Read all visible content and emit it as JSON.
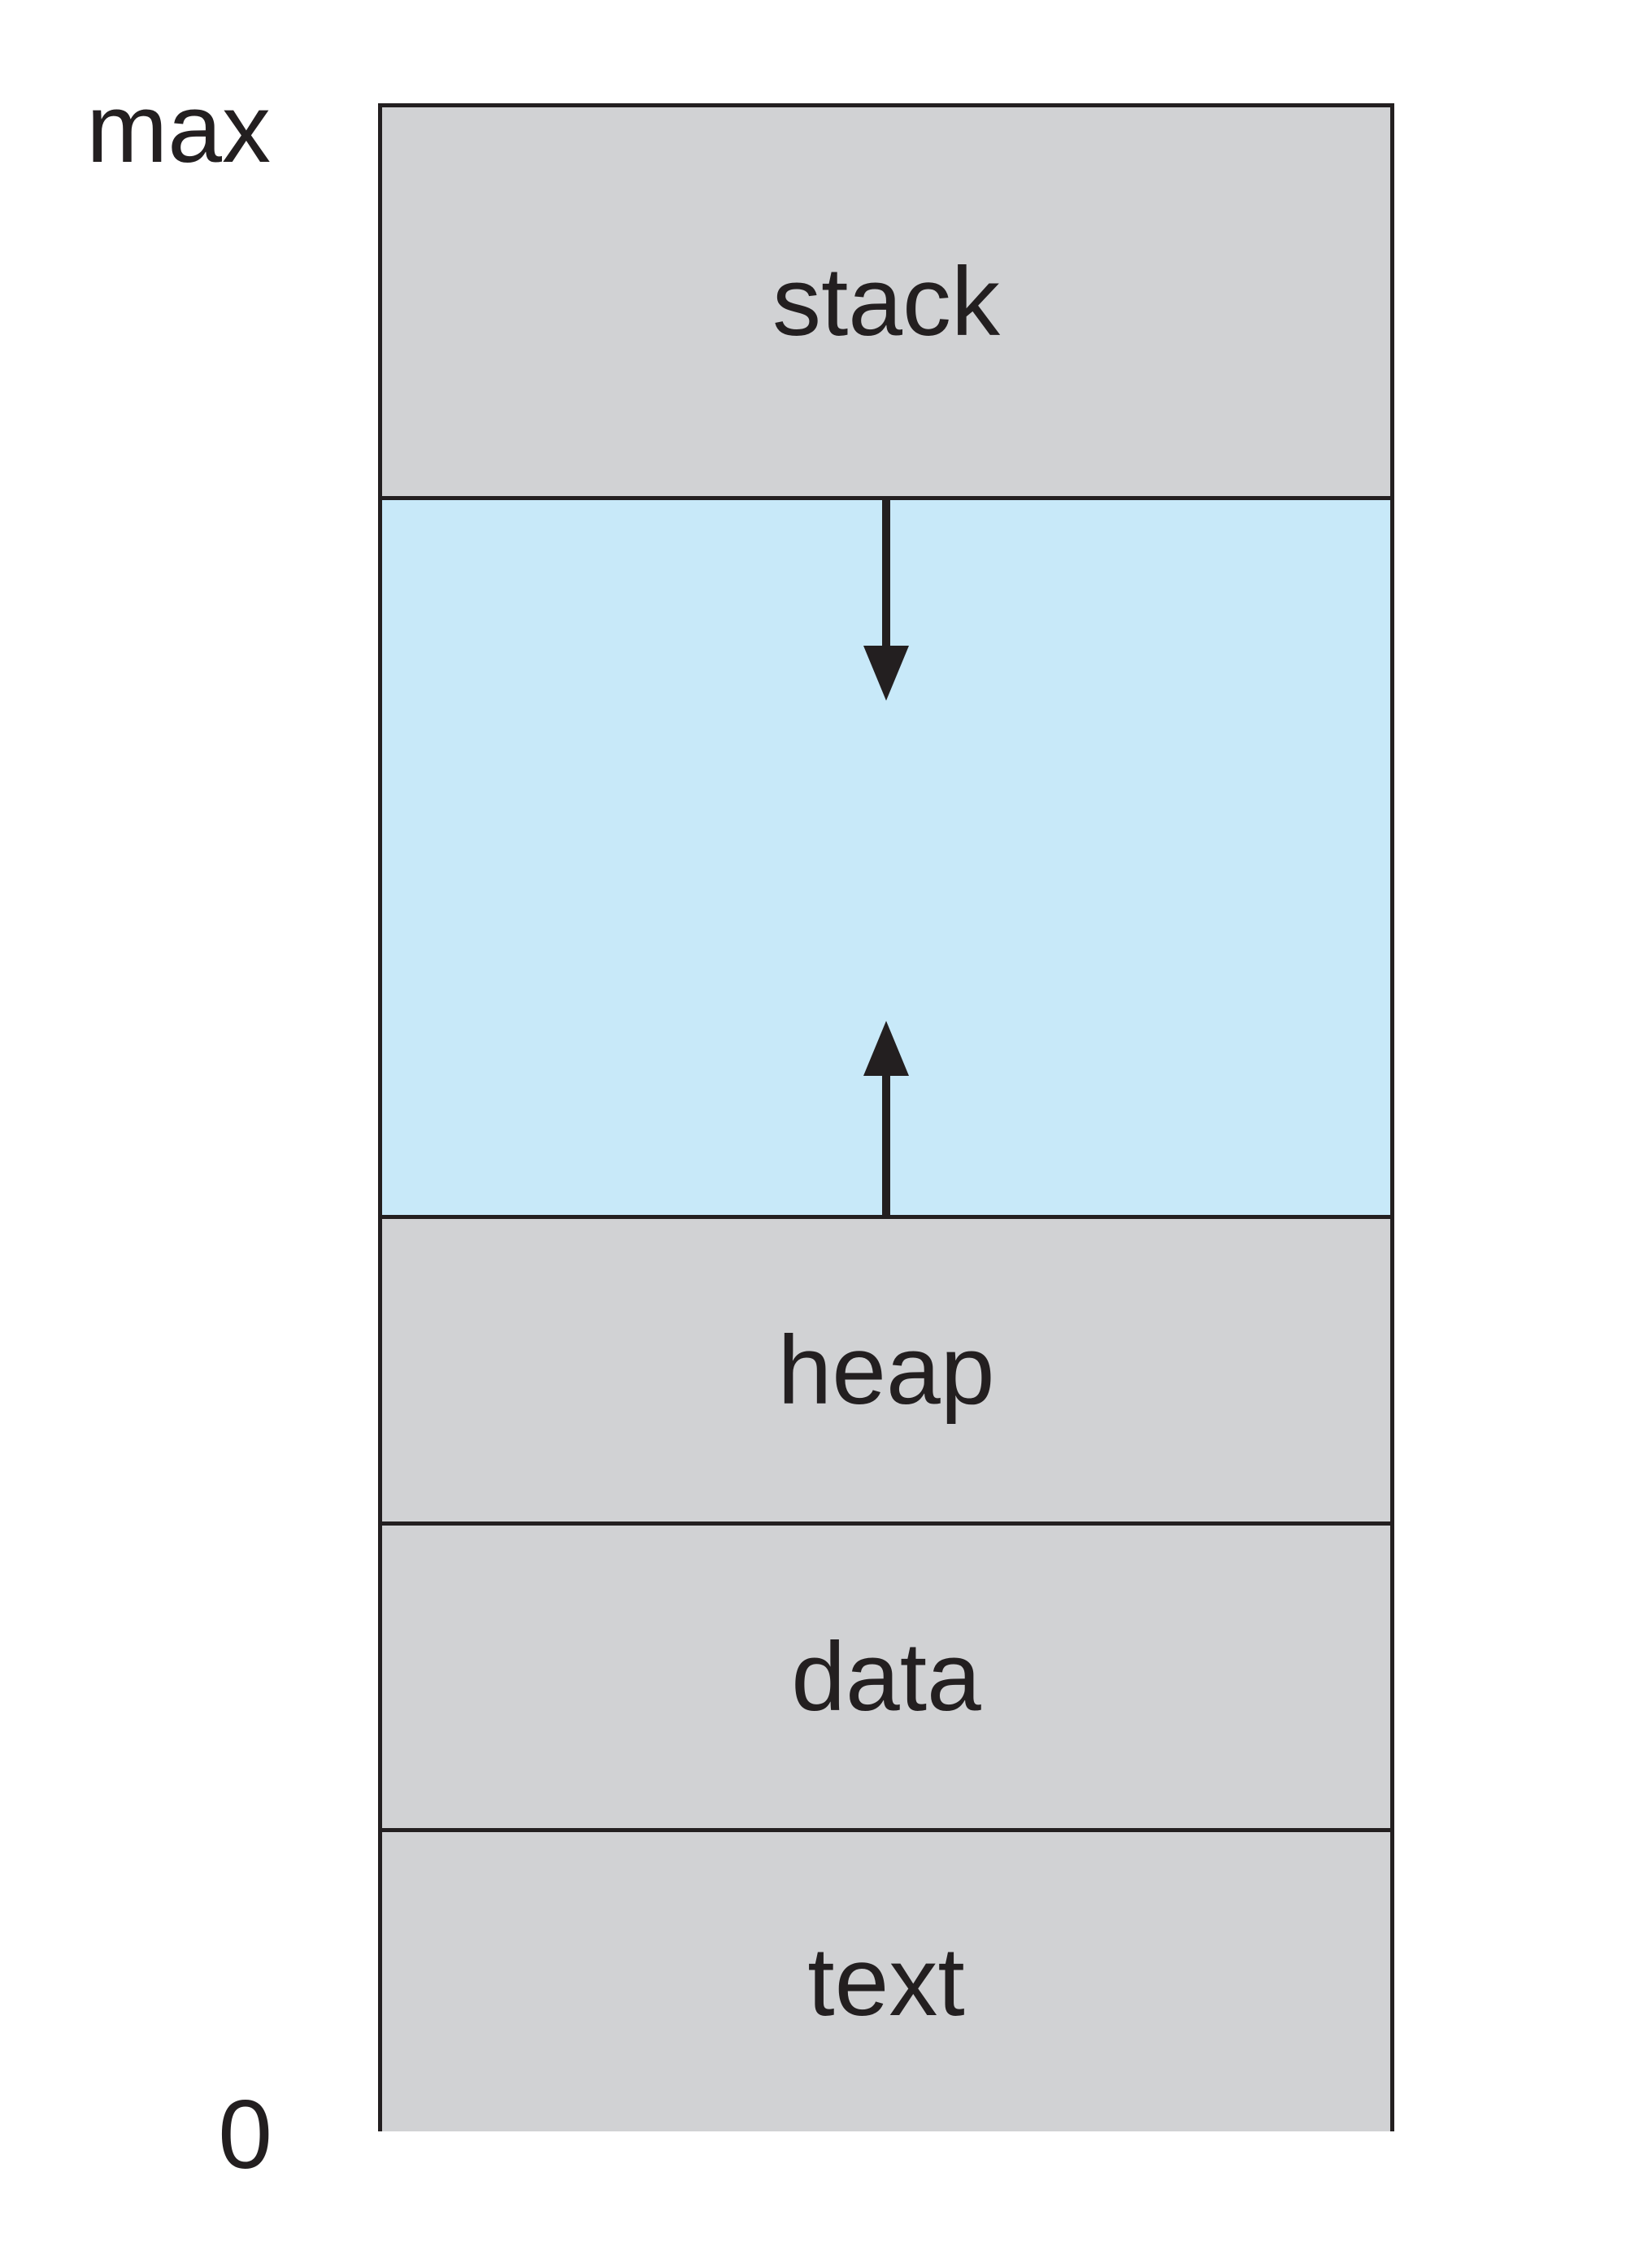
{
  "address_labels": {
    "top": "max",
    "bottom": "0"
  },
  "segments": [
    {
      "label": "stack",
      "color": "#d1d2d4"
    },
    {
      "label": "",
      "color": "#c8e9f9"
    },
    {
      "label": "heap",
      "color": "#d1d2d4"
    },
    {
      "label": "data",
      "color": "#d1d2d4"
    },
    {
      "label": "text",
      "color": "#d1d2d4"
    }
  ],
  "arrows": {
    "stack_growth": "down-arrow-icon",
    "heap_growth": "up-arrow-icon",
    "color": "#231f20"
  }
}
